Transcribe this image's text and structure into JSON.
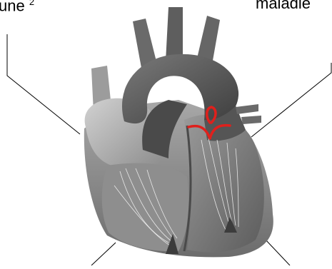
{
  "labels": {
    "top_left": "une",
    "top_left_superscript": "2",
    "top_right": "maladie"
  },
  "colors": {
    "outline_lines": "#000000",
    "heart_dark": "#5a5a5a",
    "heart_mid": "#8c8c8c",
    "heart_light": "#bdbdbd",
    "valve_highlight": "#e0201c"
  }
}
